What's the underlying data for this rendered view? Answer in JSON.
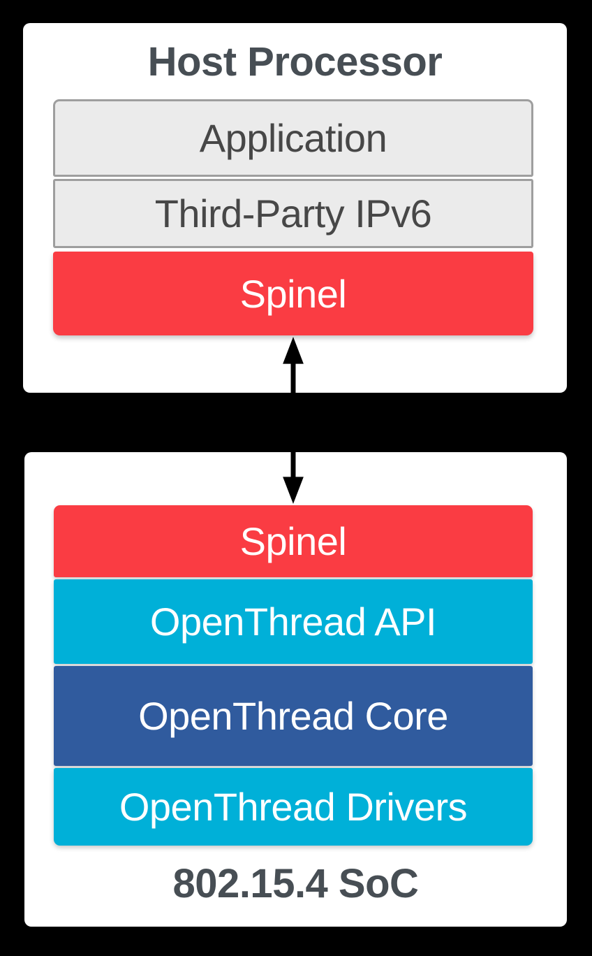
{
  "colors": {
    "background": "#000000",
    "card": "#ffffff",
    "gray_box_bg": "#ebebeb",
    "gray_box_border": "#9e9e9e",
    "gray_box_text": "#474747",
    "red": "#fa3c43",
    "cyan": "#00b0d8",
    "dark_blue": "#305b9e",
    "title_text": "#474e54",
    "white_text": "#ffffff"
  },
  "host_card": {
    "title": "Host Processor",
    "layers": [
      {
        "label": "Application",
        "type": "gray"
      },
      {
        "label": "Third-Party IPv6",
        "type": "gray"
      },
      {
        "label": "Spinel",
        "type": "red"
      }
    ]
  },
  "soc_card": {
    "title": "802.15.4 SoC",
    "layers": [
      {
        "label": "Spinel",
        "type": "red"
      },
      {
        "label": "OpenThread API",
        "type": "cyan"
      },
      {
        "label": "OpenThread Core",
        "type": "blue"
      },
      {
        "label": "OpenThread Drivers",
        "type": "cyan"
      }
    ]
  },
  "connector": {
    "type": "double-headed-vertical-arrow"
  }
}
